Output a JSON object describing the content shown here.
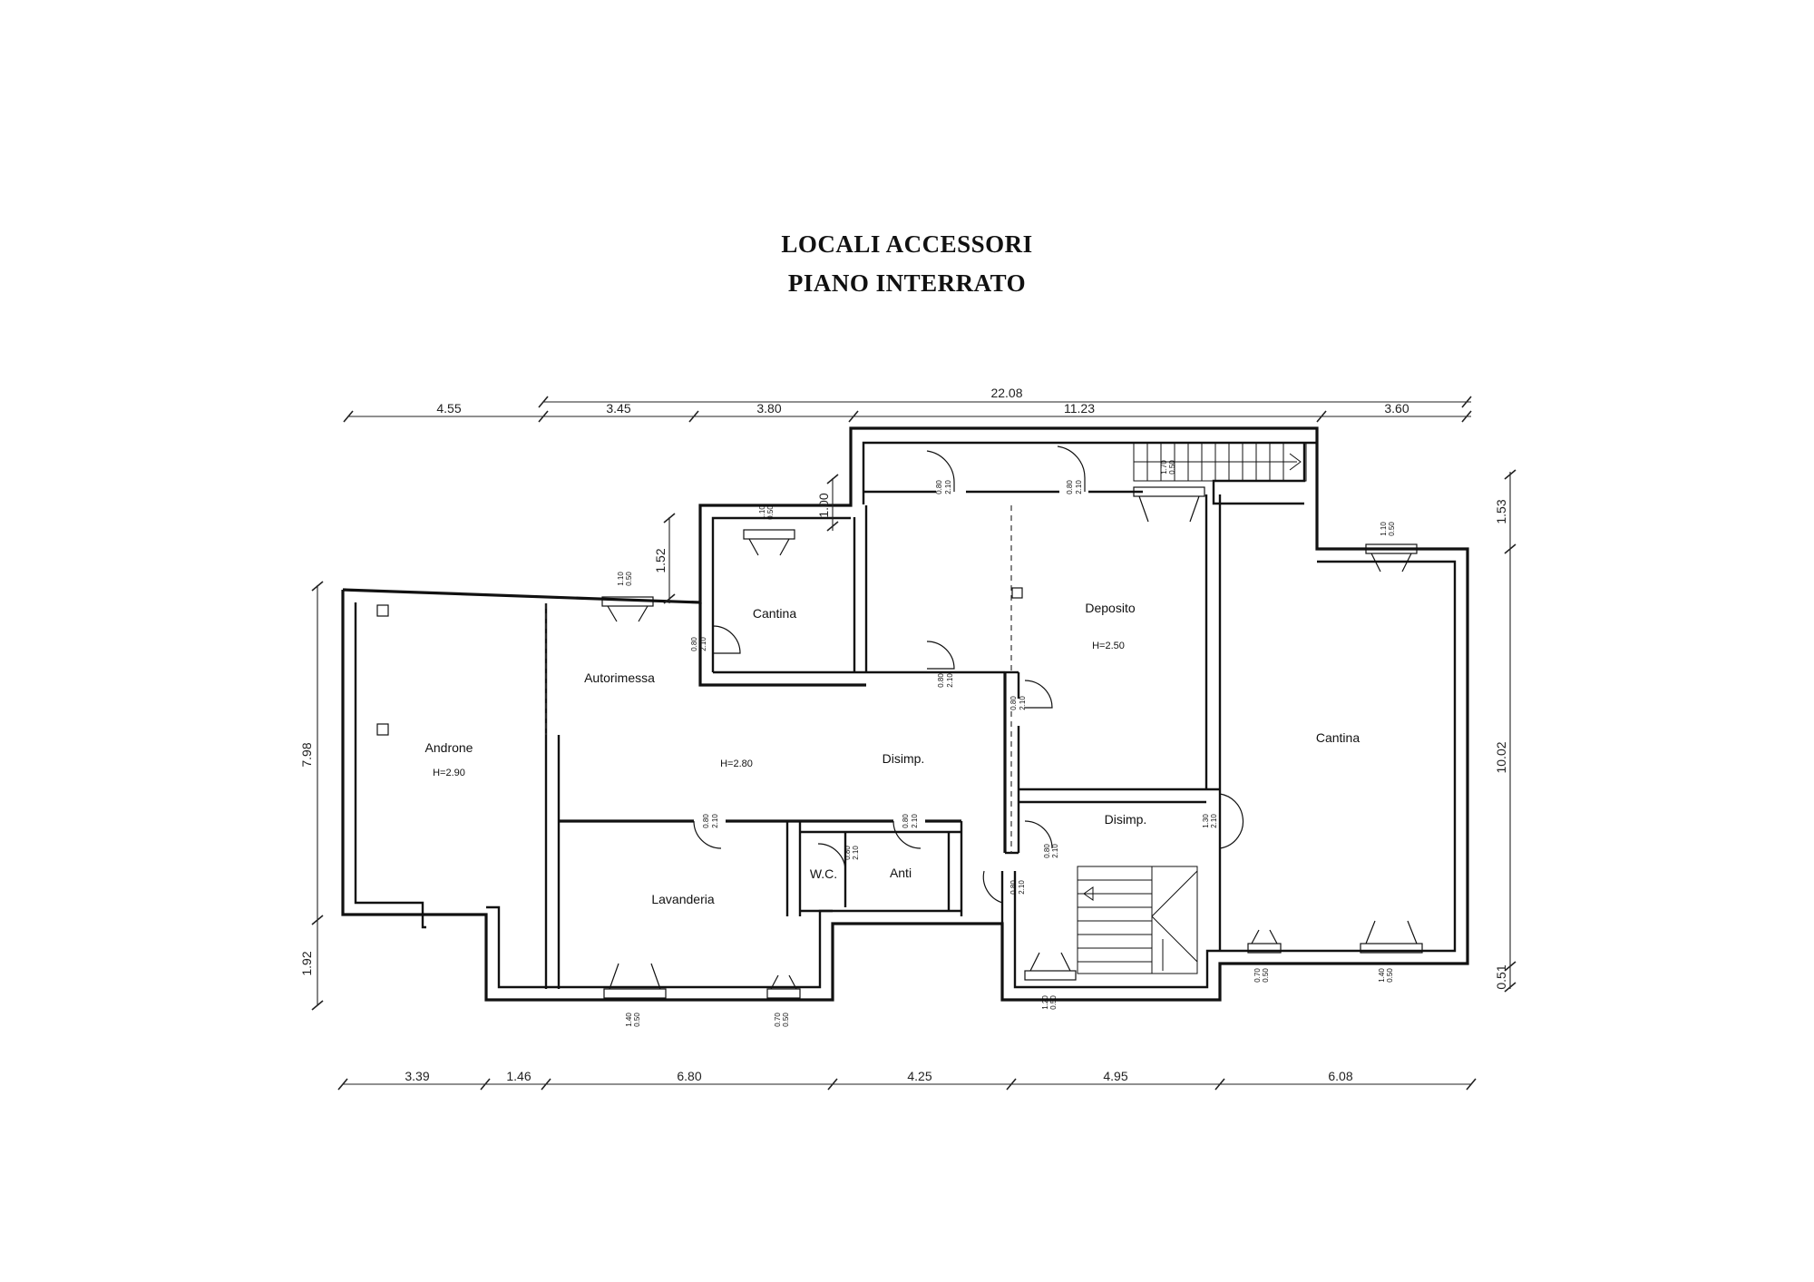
{
  "title": {
    "line1": "LOCALI ACCESSORI",
    "line2": "PIANO INTERRATO"
  },
  "dimensions": {
    "top_overall": "22.08",
    "top": [
      "4.55",
      "3.45",
      "3.80",
      "11.23",
      "3.60"
    ],
    "bottom": [
      "3.39",
      "1.46",
      "6.80",
      "4.25",
      "4.95",
      "6.08"
    ],
    "left": [
      "7.98",
      "1.92"
    ],
    "right": [
      "1.53",
      "10.02",
      "0.51"
    ],
    "inner": [
      "1.52",
      "1.00"
    ]
  },
  "rooms": {
    "androne": {
      "name": "Androne",
      "height": "H=2.90"
    },
    "autorimessa": {
      "name": "Autorimessa",
      "height": "H=2.80"
    },
    "cantina_small": {
      "name": "Cantina"
    },
    "deposito": {
      "name": "Deposito",
      "height": "H=2.50"
    },
    "cantina_large": {
      "name": "Cantina"
    },
    "disimp_main": {
      "name": "Disimp."
    },
    "disimp_right": {
      "name": "Disimp."
    },
    "lavanderia": {
      "name": "Lavanderia"
    },
    "wc": {
      "name": "W.C."
    },
    "anti": {
      "name": "Anti"
    }
  },
  "openings": {
    "door_cantina": [
      "0.80",
      "2.10"
    ],
    "door_disimp_top": [
      "0.80",
      "2.10"
    ],
    "door_deposito": [
      "0.80",
      "2.10"
    ],
    "door_top_left": [
      "0.80",
      "2.10"
    ],
    "door_top_right": [
      "0.80",
      "2.10"
    ],
    "door_lavanderia": [
      "0.80",
      "2.10"
    ],
    "door_anti": [
      "0.80",
      "2.10"
    ],
    "door_wc": [
      "0.80",
      "2.10"
    ],
    "door_stair": [
      "0.80",
      "2.10"
    ],
    "door_stair2": [
      "0.80",
      "2.10"
    ],
    "door_disimp_right": [
      "1.30",
      "2.10"
    ],
    "win_autorimessa": [
      "1.10",
      "0.50"
    ],
    "win_cantina": [
      "1.10",
      "0.50"
    ],
    "win_stair_top": [
      "1.70",
      "0.50"
    ],
    "win_cantina_top": [
      "1.10",
      "0.50"
    ],
    "win_lav_1": [
      "1.40",
      "0.50"
    ],
    "win_lav_2": [
      "0.70",
      "0.50"
    ],
    "win_stair_bottom": [
      "1.20",
      "0.50"
    ],
    "win_cant_b1": [
      "0.70",
      "0.50"
    ],
    "win_cant_b2": [
      "1.40",
      "0.50"
    ]
  }
}
